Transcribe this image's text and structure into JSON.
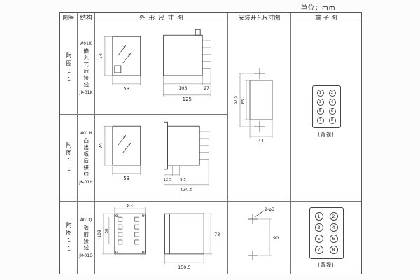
{
  "unit_label": "单位：mm",
  "headers": {
    "fig_no": "图号",
    "structure": "结构",
    "outline": "外形尺寸图",
    "mounting": "安装开孔尺寸图",
    "terminal": "端子图"
  },
  "rows": [
    {
      "fig_label": "附图11",
      "model": "A01K",
      "structure_text": "嵌入式后接线",
      "code": "JK-01K",
      "dims": {
        "front_h": "74",
        "front_w": "53",
        "body_d": "103",
        "pin_d": "27",
        "total_d": "125"
      }
    },
    {
      "fig_label": "附图11",
      "model": "A01H",
      "structure_text": "凸出板后接线",
      "code": "JK-01H",
      "dims": {
        "front_h": "74",
        "front_w": "53",
        "flange": "12.5",
        "offset": "9.5",
        "total_d": "120.5"
      }
    },
    {
      "fig_label": "附图11",
      "model": "A01Q",
      "structure_text": "板前接线",
      "code": "JK-01Q",
      "dims": {
        "front_w": "83",
        "inner_h": "58",
        "front_h": "109",
        "side_h": "73",
        "total_d": "150.5"
      }
    }
  ],
  "mounting": {
    "kh": {
      "hole_spacing": "67.5",
      "cutout_h": "65",
      "cutout_w": "44"
    },
    "q": {
      "holes_label": "2-φ5",
      "spacing": "90"
    }
  },
  "terminals": {
    "kh": {
      "numbers": [
        "1",
        "2",
        "3",
        "4",
        "5",
        "6",
        "7",
        "8"
      ],
      "view_label": "(背视)"
    },
    "q": {
      "numbers": [
        "1",
        "2",
        "3",
        "4",
        "5",
        "6",
        "7",
        "8"
      ],
      "view_label": "(背视)"
    }
  }
}
